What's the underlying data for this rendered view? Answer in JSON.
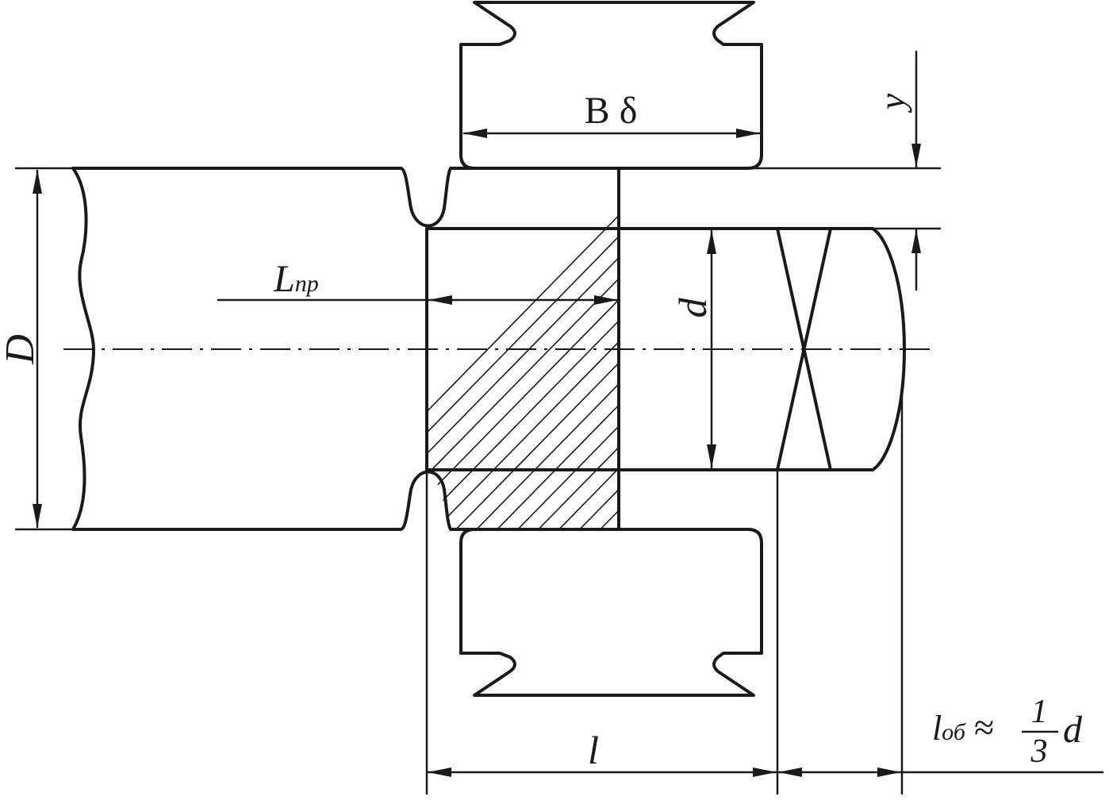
{
  "labels": {
    "roll_width": "B δ",
    "roll_gap": "y",
    "blank_diameter": "D",
    "reduced_length": "L",
    "reduced_length_sub": "пр",
    "reduced_diameter": "d",
    "length": "l",
    "tip_length": "l",
    "tip_length_sub": "об",
    "approx": "≈",
    "fraction_num": "1",
    "fraction_den": "3",
    "fraction_var": "d"
  },
  "colors": {
    "ink": "#1a1a1a",
    "background": "#ffffff"
  }
}
